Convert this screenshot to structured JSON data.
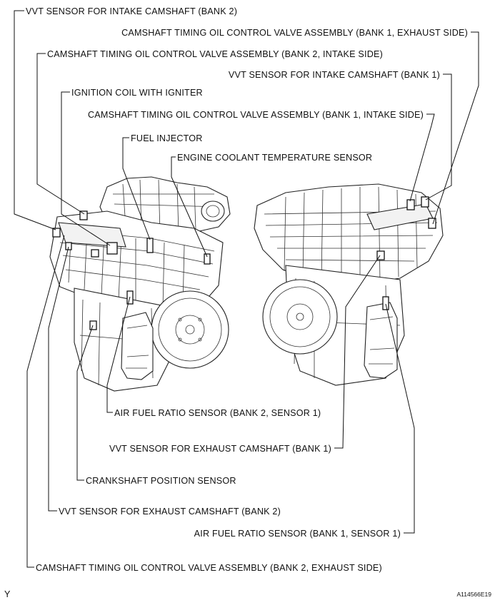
{
  "labels": {
    "vvt_in_b2": "VVT SENSOR FOR INTAKE CAMSHAFT (BANK 2)",
    "ocv_b1_ex": "CAMSHAFT TIMING OIL CONTROL VALVE ASSEMBLY  (BANK 1, EXHAUST SIDE)",
    "ocv_b2_in": "CAMSHAFT TIMING OIL CONTROL VALVE ASSEMBLY  (BANK 2, INTAKE SIDE)",
    "vvt_in_b1": "VVT SENSOR FOR INTAKE CAMSHAFT (BANK 1)",
    "ign_coil": "IGNITION COIL WITH IGNITER",
    "ocv_b1_in": "CAMSHAFT TIMING OIL CONTROL VALVE ASSEMBLY (BANK 1, INTAKE SIDE)",
    "fuel_inj": "FUEL INJECTOR",
    "ect": "ENGINE COOLANT TEMPERATURE SENSOR",
    "af_b2s1": "AIR FUEL RATIO SENSOR (BANK 2, SENSOR 1)",
    "vvt_ex_b1": "VVT SENSOR FOR EXHAUST CAMSHAFT (BANK 1)",
    "ckp": "CRANKSHAFT POSITION SENSOR",
    "vvt_ex_b2": "VVT SENSOR FOR EXHAUST CAMSHAFT (BANK 2)",
    "af_b1s1": "AIR FUEL RATIO SENSOR (BANK 1, SENSOR 1)",
    "ocv_b2_ex": "CAMSHAFT TIMING OIL CONTROL VALVE ASSEMBLY (BANK 2, EXHAUST SIDE)"
  },
  "corner_mark": "Y",
  "figure_id": "A114566E19"
}
